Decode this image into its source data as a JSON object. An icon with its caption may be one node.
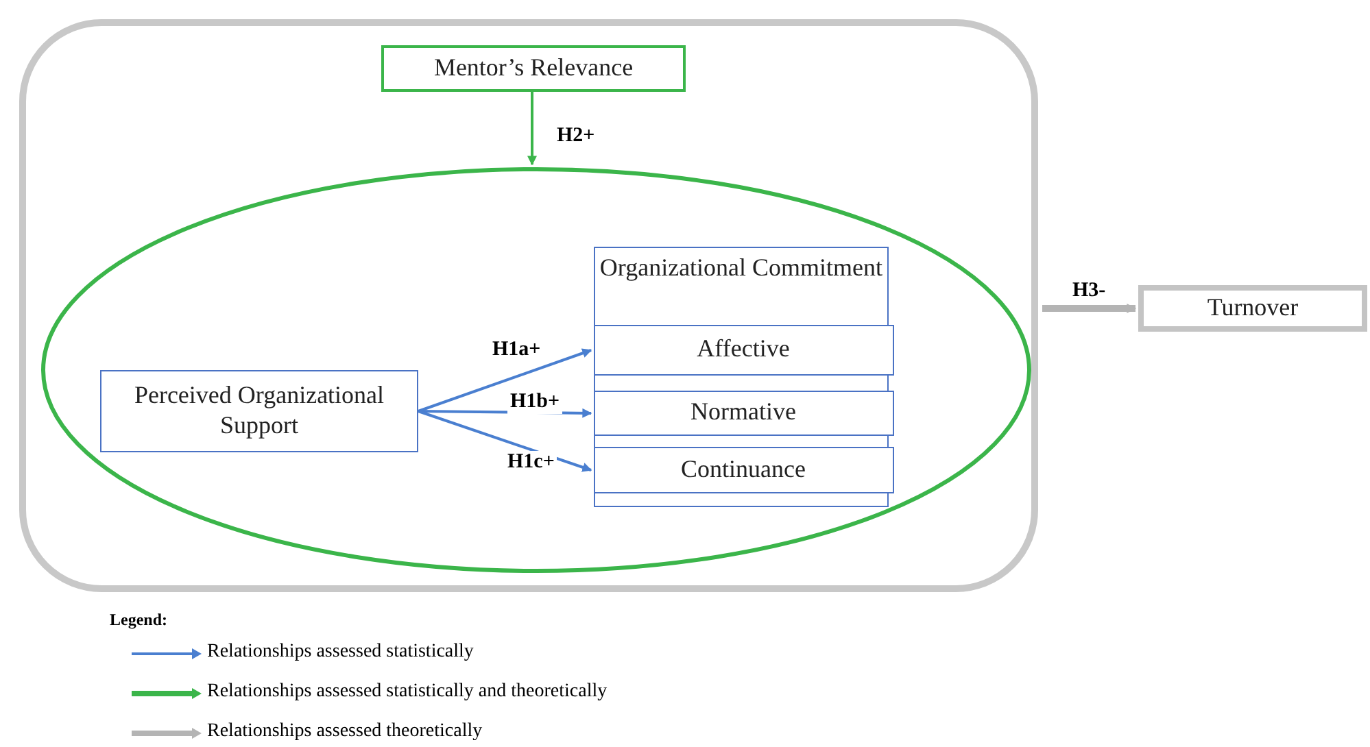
{
  "diagram": {
    "nodes": [
      {
        "text": [],
        "shape": "box"
      },
      {
        "text": [
          "Mentor’s Relevance"
        ],
        "in": 0
      },
      {
        "text": [],
        "shape": "ellipse",
        "in": 0
      },
      {
        "text": [
          "Perceived Organizational Support"
        ],
        "in": 2
      },
      {
        "text": [
          "Organizational Commitment"
        ],
        "in": 2
      },
      {
        "text": [
          "Affective"
        ],
        "in": 4
      },
      {
        "text": [
          "Normative"
        ],
        "in": 4
      },
      {
        "text": [
          "Continuance"
        ],
        "in": 4
      },
      {
        "text": [
          "Turnover"
        ]
      }
    ],
    "edges": [
      {
        "from": 1,
        "to": 2,
        "arrow": "to",
        "label": "H2+",
        "color": "#3bb54a"
      },
      {
        "from": 3,
        "to": 5,
        "arrow": "to",
        "label": "H1a+"
      },
      {
        "from": 3,
        "to": 6,
        "arrow": "to",
        "label": "H1b+"
      },
      {
        "from": 3,
        "to": 7,
        "arrow": "to",
        "label": "H1c+"
      },
      {
        "from": 0,
        "to": 8,
        "arrow": "to",
        "label": "H3-",
        "style": "thick",
        "color": "#b4b4b4"
      }
    ],
    "labels": [
      "Legend:"
    ],
    "legend": [
      {
        "text": "Relationships assessed statistically"
      },
      {
        "text": "Relationships assessed statistically and theoretically"
      },
      {
        "text": "Relationships assessed theoretically"
      }
    ]
  }
}
